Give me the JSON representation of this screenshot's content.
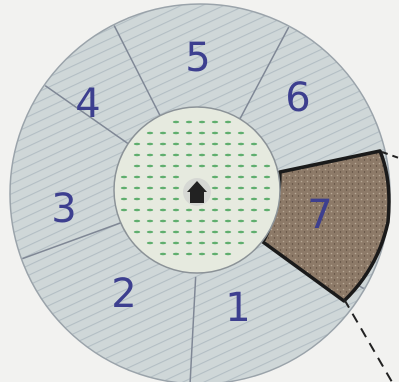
{
  "diagram": {
    "segments": [
      {
        "label": "1",
        "highlighted": false
      },
      {
        "label": "2",
        "highlighted": false
      },
      {
        "label": "3",
        "highlighted": false
      },
      {
        "label": "4",
        "highlighted": false
      },
      {
        "label": "5",
        "highlighted": false
      },
      {
        "label": "6",
        "highlighted": false
      },
      {
        "label": "7",
        "highlighted": true
      }
    ],
    "colors": {
      "ring_fill": "#cfd7d8",
      "ring_hatch": "#b3bec4",
      "divider": "#7f8795",
      "inner_fill": "#e6eadf",
      "dots": "#5fae6e",
      "highlight_fill": "#8d7a68",
      "outline": "#1a1a1a",
      "label": "#3d3f8f"
    },
    "center_icon": "house-icon"
  }
}
